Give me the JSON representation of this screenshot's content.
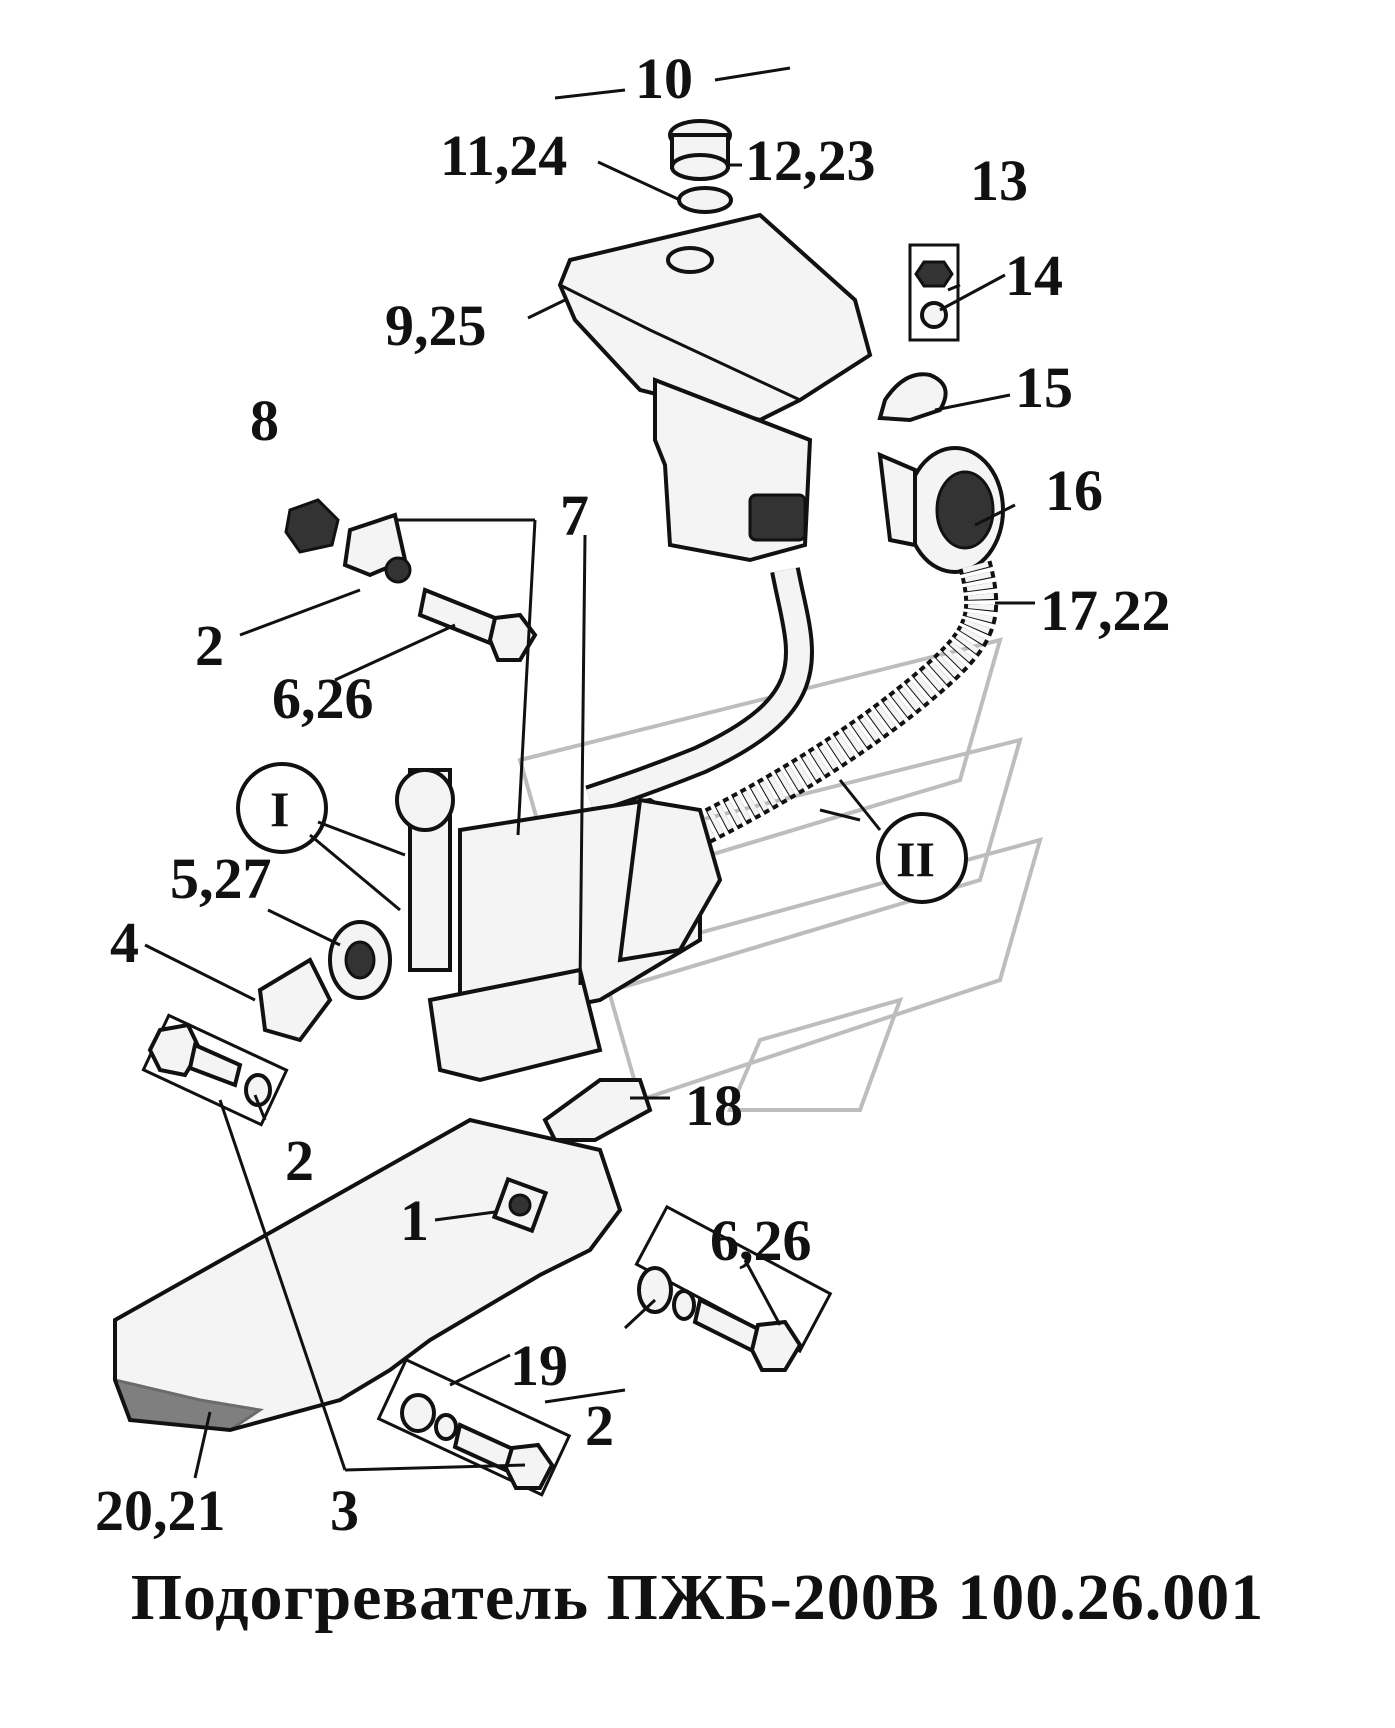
{
  "title": "Подогреватель ПЖБ-200В 100.26.001",
  "callouts": {
    "c10": "10",
    "c11_24": "11,24",
    "c12_23": "12,23",
    "c13": "13",
    "c14": "14",
    "c9_25": "9,25",
    "c15": "15",
    "c8": "8",
    "c7": "7",
    "c16": "16",
    "c17_22": "17,22",
    "c2_top": "2",
    "c6_26_top": "6,26",
    "cI": "I",
    "cII": "II",
    "c5_27": "5,27",
    "c4": "4",
    "c18": "18",
    "c2_mid": "2",
    "c1": "1",
    "c6_26_bottom": "6,26",
    "c19": "19",
    "c2_bottom": "2",
    "c20_21": "20,21",
    "c3": "3"
  },
  "colors": {
    "ink": "#111111",
    "watermark": "#bdbdbd",
    "background": "#ffffff"
  }
}
